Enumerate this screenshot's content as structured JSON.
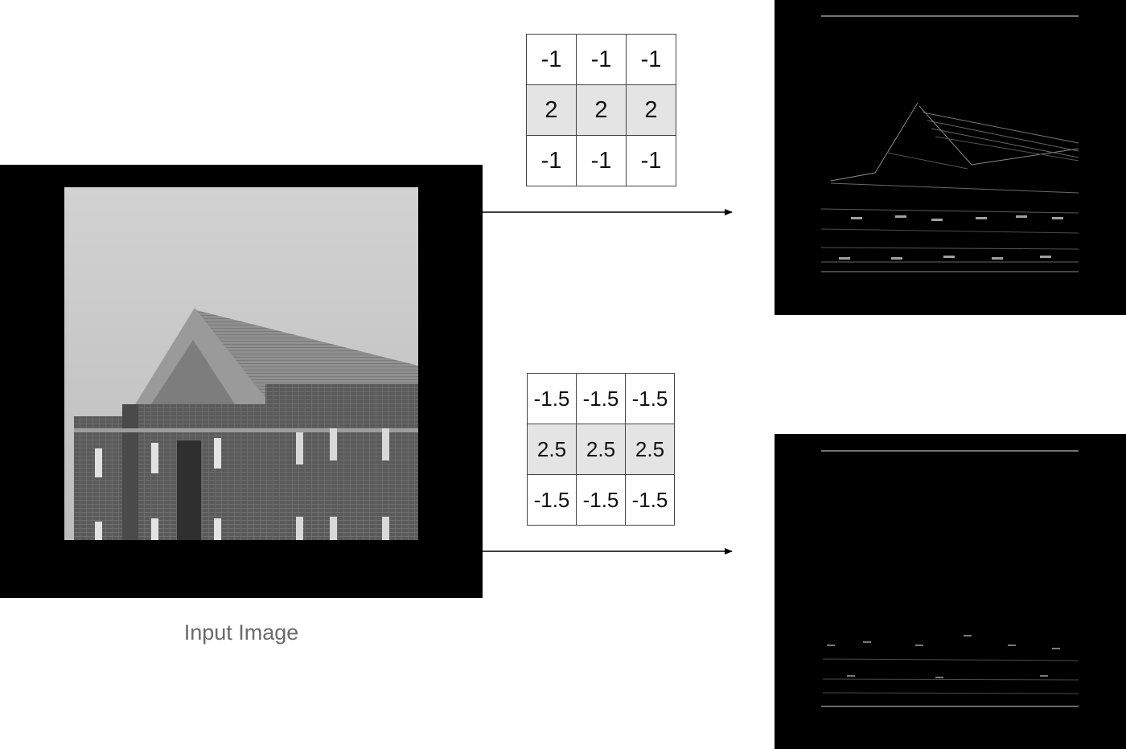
{
  "input": {
    "caption": "Input Image"
  },
  "kernels": {
    "top": {
      "rows": [
        [
          "-1",
          "-1",
          "-1"
        ],
        [
          "2",
          "2",
          "2"
        ],
        [
          "-1",
          "-1",
          "-1"
        ]
      ]
    },
    "bottom": {
      "rows": [
        [
          "-1.5",
          "-1.5",
          "-1.5"
        ],
        [
          "2.5",
          "2.5",
          "2.5"
        ],
        [
          "-1.5",
          "-1.5",
          "-1.5"
        ]
      ]
    }
  },
  "colors": {
    "panel": "#000000",
    "kernel_border": "#444444",
    "kernel_middle_row": "#e4e4e4",
    "caption": "#6b6b6b"
  }
}
